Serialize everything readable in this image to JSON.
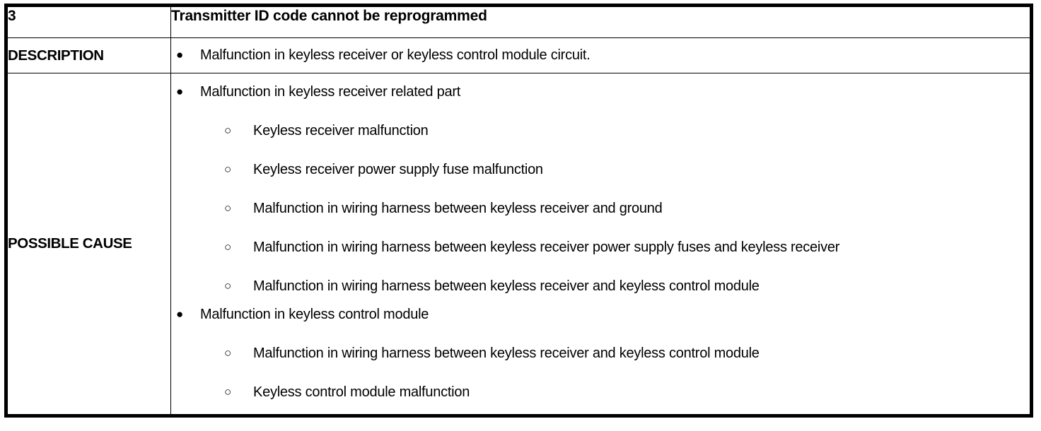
{
  "table": {
    "code_number": "3",
    "title": "Transmitter ID code cannot be reprogrammed",
    "rows": {
      "description": {
        "label": "DESCRIPTION",
        "items": [
          "Malfunction in keyless receiver or keyless control module circuit."
        ]
      },
      "possible_cause": {
        "label": "POSSIBLE CAUSE",
        "groups": [
          {
            "heading": "Malfunction in keyless receiver related part",
            "items": [
              "Keyless receiver malfunction",
              "Keyless receiver power supply fuse malfunction",
              "Malfunction in wiring harness between keyless receiver and ground",
              "Malfunction in wiring harness between keyless receiver power supply fuses and keyless receiver",
              "Malfunction in wiring harness between keyless receiver and keyless control module"
            ]
          },
          {
            "heading": "Malfunction in keyless control module",
            "items": [
              "Malfunction in wiring harness between keyless receiver and keyless control module",
              "Keyless control module malfunction"
            ]
          }
        ]
      }
    },
    "markers": {
      "bullet_filled": "●",
      "bullet_hollow": "○"
    },
    "colors": {
      "border": "#000000",
      "text": "#000000",
      "background": "#ffffff"
    }
  }
}
